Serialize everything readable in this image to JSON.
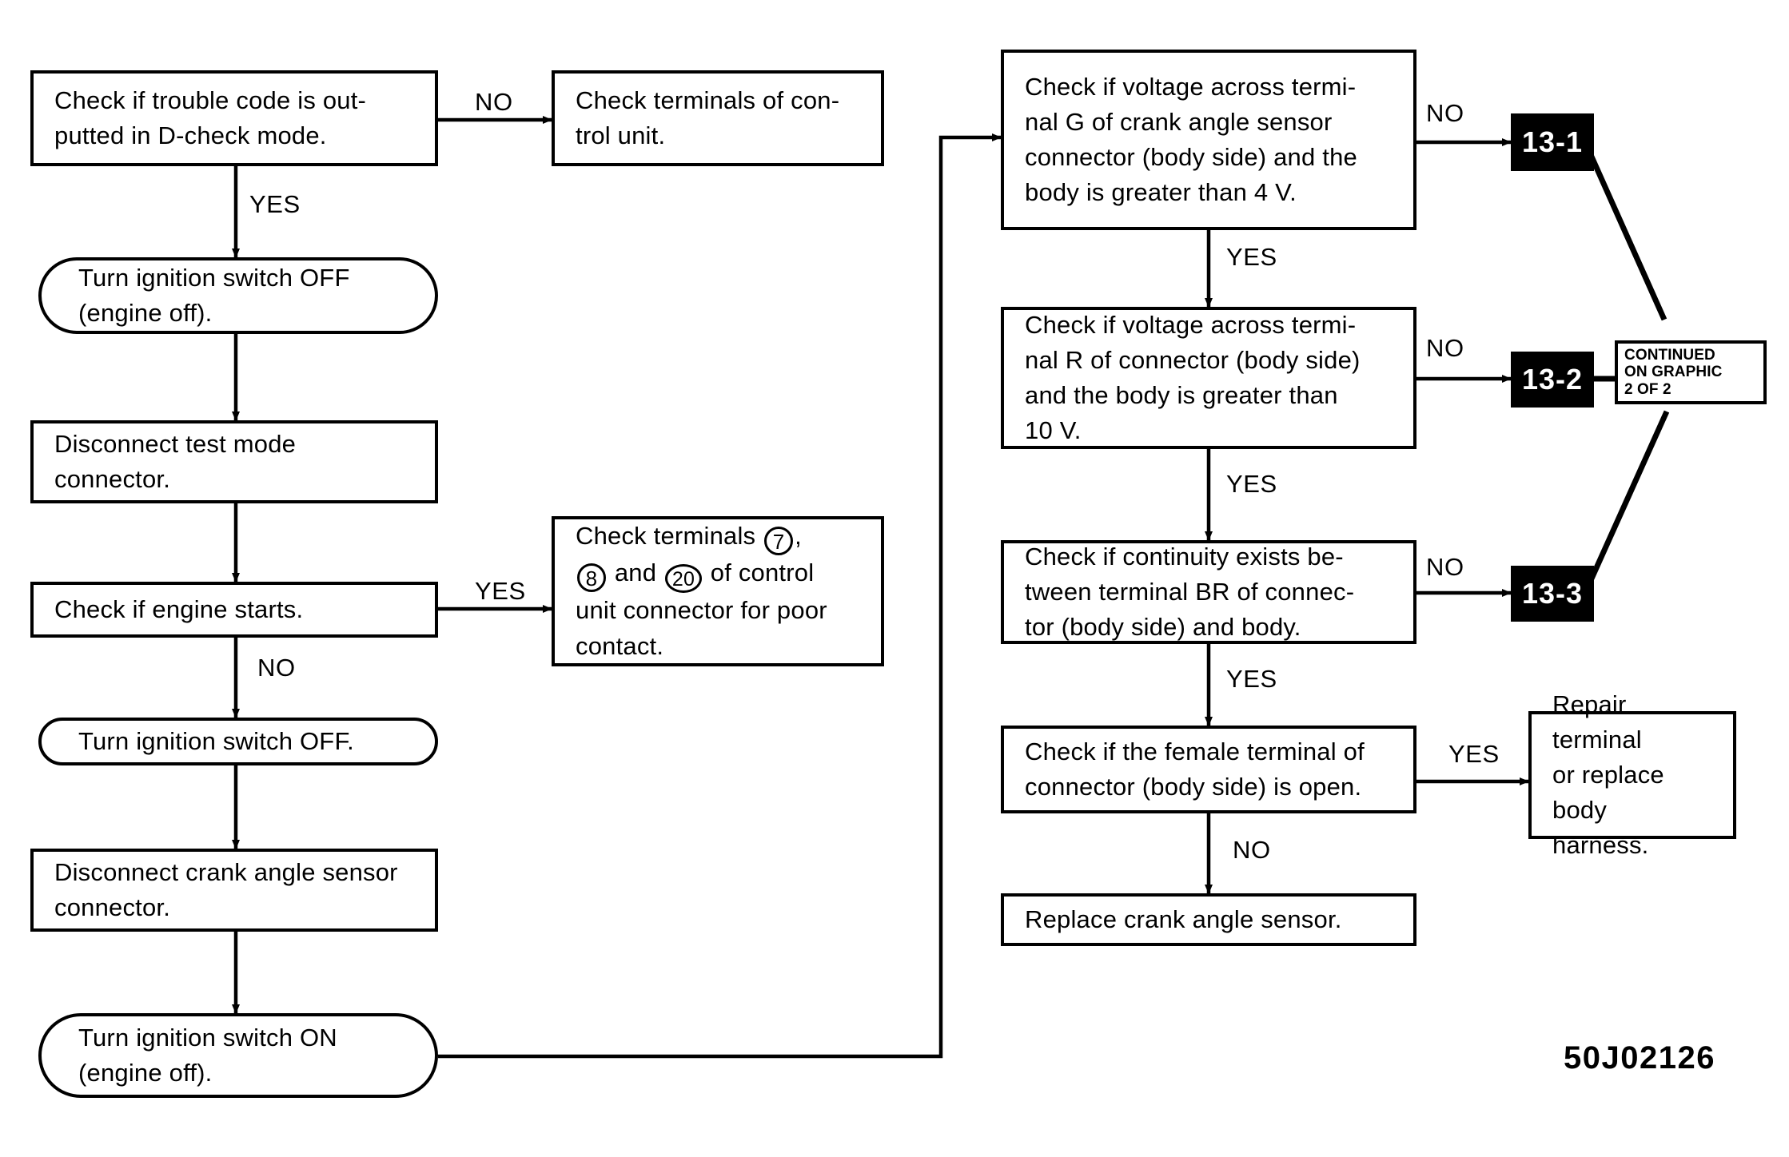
{
  "figure": {
    "code": "50J02126",
    "type": "diagnostic-flowchart"
  },
  "nodes": {
    "trouble_code": {
      "text": "Check if trouble code is out-\nputted in D-check mode."
    },
    "check_terminals_cu": {
      "text": "Check terminals of con-\ntrol unit."
    },
    "ign_off_engine_off": {
      "text": "Turn ignition switch OFF\n(engine off)."
    },
    "disconnect_test_mode": {
      "text": "Disconnect test mode\nconnector."
    },
    "engine_starts": {
      "text": "Check if engine starts."
    },
    "check_terminals_poor": {
      "prefix": "Check terminals ",
      "num1": "7",
      "mid1": ",",
      "num2": "8",
      "mid2": " and ",
      "num3": "20",
      "suffix": " of control\nunit connector for poor\ncontact."
    },
    "ign_off": {
      "text": "Turn ignition switch OFF."
    },
    "disconnect_cas": {
      "text": "Disconnect crank angle sensor\nconnector."
    },
    "ign_on_engine_off": {
      "text": "Turn ignition switch ON\n(engine off)."
    },
    "voltage_g": {
      "text": "Check if voltage across termi-\nnal G of crank angle sensor\nconnector (body side) and the\nbody is greater than 4 V."
    },
    "voltage_r": {
      "text": "Check if voltage across termi-\nnal R of connector (body side)\nand the body is greater than\n10 V."
    },
    "continuity_br": {
      "text": "Check if continuity exists be-\ntween terminal BR of connec-\ntor (body side) and body."
    },
    "female_terminal": {
      "text": "Check if the female terminal of\nconnector (body side) is open."
    },
    "replace_cas": {
      "text": "Replace crank angle sensor."
    },
    "repair_terminal": {
      "text": "Repair terminal\nor replace body\nharness."
    }
  },
  "badges": {
    "b1": {
      "label": "13-1"
    },
    "b2": {
      "label": "13-2"
    },
    "b3": {
      "label": "13-3"
    }
  },
  "continued": {
    "text": "CONTINUED\nON GRAPHIC\n2 OF 2"
  },
  "edge_labels": {
    "no_trouble_code": "NO",
    "yes_trouble_code": "YES",
    "yes_engine_starts": "YES",
    "no_engine_starts": "NO",
    "no_voltage_g": "NO",
    "yes_voltage_g": "YES",
    "no_voltage_r": "NO",
    "yes_voltage_r": "YES",
    "no_continuity_br": "NO",
    "yes_continuity_br": "YES",
    "yes_female_terminal": "YES",
    "no_female_terminal": "NO"
  },
  "colors": {
    "ink": "#000000",
    "paper": "#ffffff",
    "badge_bg": "#000000",
    "badge_fg": "#ffffff"
  }
}
